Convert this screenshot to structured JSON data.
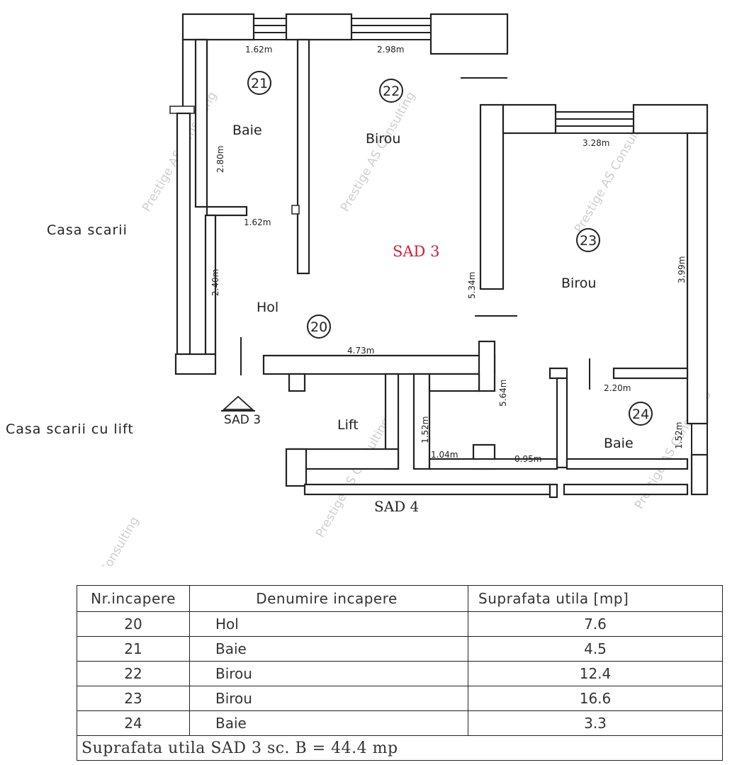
{
  "plan": {
    "unit_label": "SAD 3",
    "neighbor_label": "SAD 4",
    "entrance_label": "SAD 3",
    "staircase_label": "Casa scarii",
    "elevator_staircase_label": "Casa scarii cu lift",
    "lift_label": "Lift",
    "hall_label": "Hol",
    "rooms": [
      {
        "number": "21",
        "name": "Baie"
      },
      {
        "number": "22",
        "name": "Birou"
      },
      {
        "number": "23",
        "name": "Birou"
      },
      {
        "number": "20",
        "name": ""
      },
      {
        "number": "24",
        "name": "Baie"
      }
    ],
    "dimensions": [
      "1.62m",
      "2.98m",
      "3.28m",
      "2.80m",
      "1.62m",
      "2.40m",
      "5.34m",
      "3.99m",
      "4.73m",
      "5.64m",
      "2.20m",
      "1.52m",
      "1.04m",
      "0.95m",
      "1.52m"
    ],
    "watermark": "Prestige AS Consulting"
  },
  "table": {
    "headers": [
      "Nr.incapere",
      "Denumire incapere",
      "Suprafata utila [mp]"
    ],
    "rows": [
      {
        "nr": "20",
        "name": "Hol",
        "area": "7.6"
      },
      {
        "nr": "21",
        "name": "Baie",
        "area": "4.5"
      },
      {
        "nr": "22",
        "name": "Birou",
        "area": "12.4"
      },
      {
        "nr": "23",
        "name": "Birou",
        "area": "16.6"
      },
      {
        "nr": "24",
        "name": "Baie",
        "area": "3.3"
      }
    ],
    "total": "Suprafata utila SAD 3 sc. B = 44.4 mp"
  }
}
